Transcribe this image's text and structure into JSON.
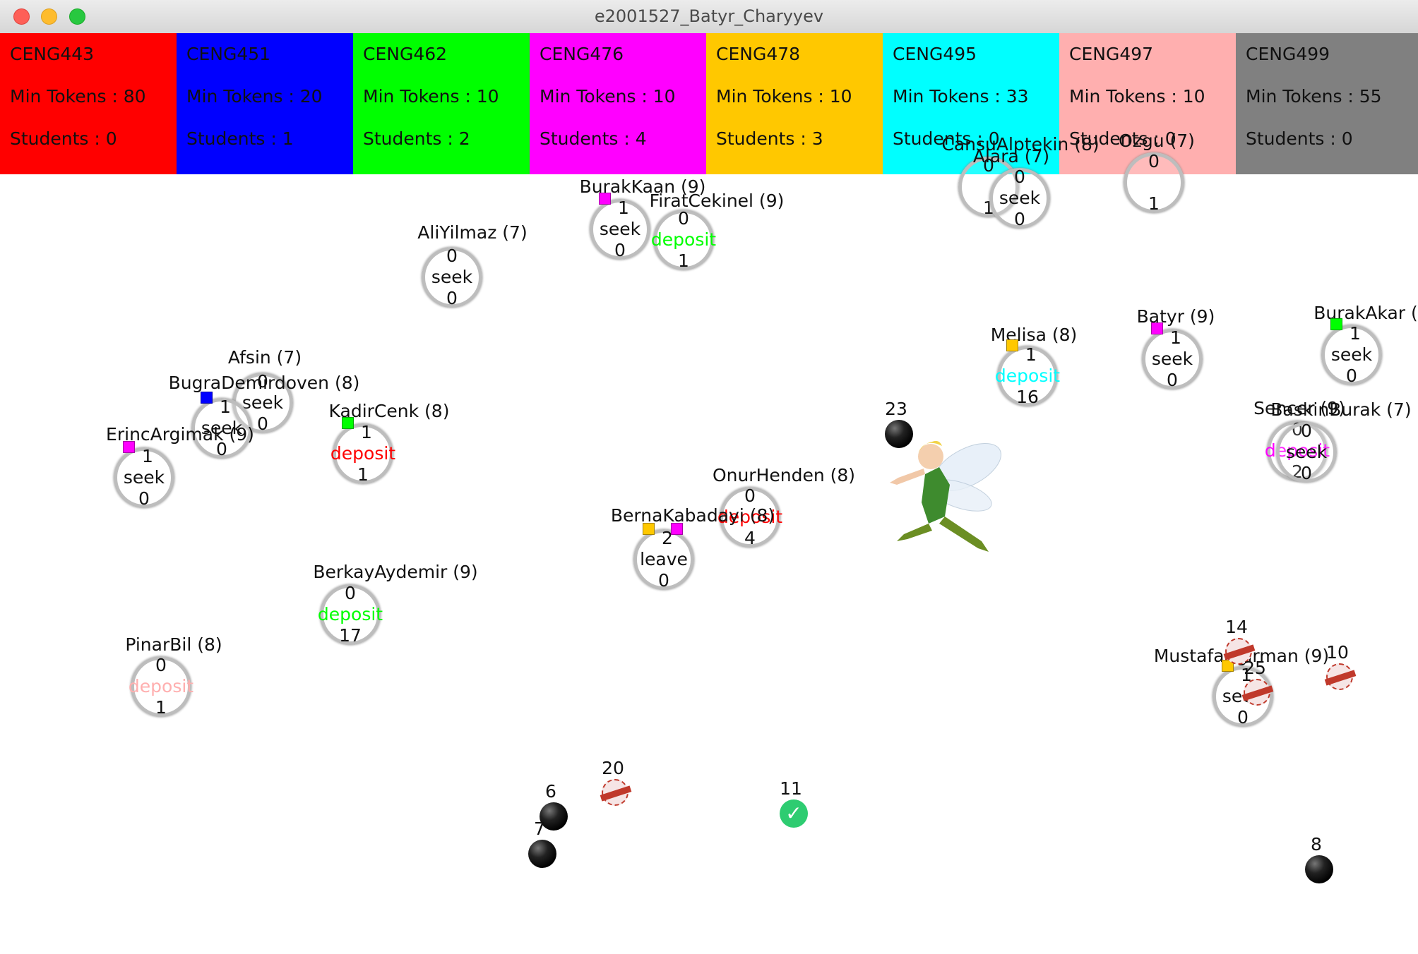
{
  "window": {
    "title": "e2001527_Batyr_Charyyev"
  },
  "courses": [
    {
      "code": "CENG443",
      "min_tokens": "Min Tokens : 80",
      "students": "Students : 0",
      "color": "#ff0000"
    },
    {
      "code": "CENG451",
      "min_tokens": "Min Tokens : 20",
      "students": "Students : 1",
      "color": "#0000ff"
    },
    {
      "code": "CENG462",
      "min_tokens": "Min Tokens : 10",
      "students": "Students : 2",
      "color": "#00ff00"
    },
    {
      "code": "CENG476",
      "min_tokens": "Min Tokens : 10",
      "students": "Students : 4",
      "color": "#ff00ff"
    },
    {
      "code": "CENG478",
      "min_tokens": "Min Tokens : 10",
      "students": "Students : 3",
      "color": "#ffc800"
    },
    {
      "code": "CENG495",
      "min_tokens": "Min Tokens : 33",
      "students": "Students : 0",
      "color": "#00ffff"
    },
    {
      "code": "CENG497",
      "min_tokens": "Min Tokens : 10",
      "students": "Students : 0",
      "color": "#ffafaf"
    },
    {
      "code": "CENG499",
      "min_tokens": "Min Tokens : 55",
      "students": "Students : 0",
      "color": "#808080"
    }
  ],
  "students": [
    {
      "name": "AliYilmaz (7)",
      "tokens": "0",
      "action": "seek",
      "count": "0",
      "action_color": "#111111",
      "cubes": []
    },
    {
      "name": "BurakKaan (9)",
      "tokens": "1",
      "action": "seek",
      "count": "0",
      "action_color": "#111111",
      "cubes": [
        "#ff00ff"
      ]
    },
    {
      "name": "FiratCekinel (9)",
      "tokens": "0",
      "action": "deposit",
      "count": "1",
      "action_color": "#00ff00",
      "cubes": []
    },
    {
      "name": "CansuAlptekin (8)",
      "tokens": "0",
      "action": "",
      "count": "1",
      "action_color": "#111111",
      "cubes": []
    },
    {
      "name": "Alara (7)",
      "tokens": "0",
      "action": "seek",
      "count": "0",
      "action_color": "#111111",
      "cubes": []
    },
    {
      "name": "Ozgu (7)",
      "tokens": "0",
      "action": "",
      "count": "1",
      "action_color": "#111111",
      "cubes": []
    },
    {
      "name": "Afsin (7)",
      "tokens": "0",
      "action": "seek",
      "count": "0",
      "action_color": "#111111",
      "cubes": []
    },
    {
      "name": "BugraDemirdoven (8)",
      "tokens": "1",
      "action": "seek",
      "count": "0",
      "action_color": "#111111",
      "cubes": [
        "#0000ff"
      ]
    },
    {
      "name": "ErincArgimak (9)",
      "tokens": "1",
      "action": "seek",
      "count": "0",
      "action_color": "#111111",
      "cubes": [
        "#ff00ff"
      ]
    },
    {
      "name": "KadirCenk (8)",
      "tokens": "1",
      "action": "deposit",
      "count": "1",
      "action_color": "#ff0000",
      "cubes": [
        "#00ff00"
      ]
    },
    {
      "name": "Melisa (8)",
      "tokens": "1",
      "action": "deposit",
      "count": "16",
      "action_color": "#00ffff",
      "cubes": [
        "#ffc800"
      ]
    },
    {
      "name": "Batyr (9)",
      "tokens": "1",
      "action": "seek",
      "count": "0",
      "action_color": "#111111",
      "cubes": [
        "#ff00ff"
      ]
    },
    {
      "name": "BurakAkar (",
      "tokens": "1",
      "action": "seek",
      "count": "0",
      "action_color": "#111111",
      "cubes": [
        "#00ff00"
      ]
    },
    {
      "name": "Sencer (9)",
      "tokens": "0",
      "action": "deposit",
      "count": "2",
      "action_color": "#ff00ff",
      "cubes": []
    },
    {
      "name": "BaskinBurak (7)",
      "tokens": "0",
      "action": "seek",
      "count": "0",
      "action_color": "#111111",
      "cubes": []
    },
    {
      "name": "OnurHenden (8)",
      "tokens": "0",
      "action": "deposit",
      "count": "4",
      "action_color": "#ff0000",
      "cubes": []
    },
    {
      "name": "BernaKabadayi (8)",
      "tokens": "2",
      "action": "leave",
      "count": "0",
      "action_color": "#111111",
      "cubes": [
        "#ffc800",
        "#ff00ff"
      ]
    },
    {
      "name": "BerkayAydemir (9)",
      "tokens": "0",
      "action": "deposit",
      "count": "17",
      "action_color": "#00ff00",
      "cubes": []
    },
    {
      "name": "PinarBil (8)",
      "tokens": "0",
      "action": "deposit",
      "count": "1",
      "action_color": "#ffafaf",
      "cubes": []
    },
    {
      "name": "MustafaAgirman (9)",
      "tokens": "1",
      "action": "seek",
      "count": "0",
      "action_color": "#111111",
      "cubes": [
        "#ffc800"
      ]
    }
  ],
  "items": [
    {
      "kind": "ball",
      "label": "23"
    },
    {
      "kind": "ball",
      "label": "6"
    },
    {
      "kind": "ball",
      "label": "7"
    },
    {
      "kind": "ball",
      "label": "8"
    },
    {
      "kind": "stamp",
      "label": "20"
    },
    {
      "kind": "stamp",
      "label": "14"
    },
    {
      "kind": "stamp",
      "label": "25"
    },
    {
      "kind": "stamp",
      "label": "10"
    },
    {
      "kind": "check",
      "label": "11"
    }
  ],
  "icons": {
    "fairy": "fairy-icon",
    "ball": "black-ball-icon",
    "stamp": "rejected-stamp-icon",
    "check": "check-icon"
  }
}
